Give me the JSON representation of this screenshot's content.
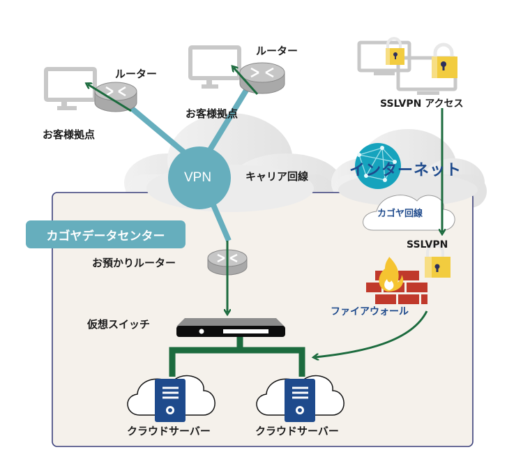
{
  "colors": {
    "teal": "#66aebd",
    "green_arrow": "#1c6b3e",
    "navy": "#1e4a8c",
    "dc_bg": "#f5f1eb",
    "dc_border": "#3a3f7a",
    "lock_yellow": "#f2cc3f",
    "brick_red": "#c0392b",
    "server_blue": "#1e4a8c"
  },
  "sites": {
    "site1": {
      "router_label": "ルーター",
      "site_label": "お客様拠点"
    },
    "site2": {
      "router_label": "ルーター",
      "site_label": "お客様拠点"
    }
  },
  "sslvpn_access": {
    "label": "SSLVPN アクセス"
  },
  "carrier": {
    "vpn_label": "VPN",
    "label": "キャリア回線"
  },
  "internet": {
    "label": "インターネット",
    "kagoya_line_label": "カゴヤ回線"
  },
  "datacenter": {
    "title": "カゴヤデータセンター",
    "router_label": "お預かりルーター",
    "switch_label": "仮想スイッチ",
    "sslvpn_label": "SSLVPN",
    "firewall_label": "ファイアウォール",
    "servers": [
      {
        "label": "クラウドサーバー"
      },
      {
        "label": "クラウドサーバー"
      }
    ]
  }
}
